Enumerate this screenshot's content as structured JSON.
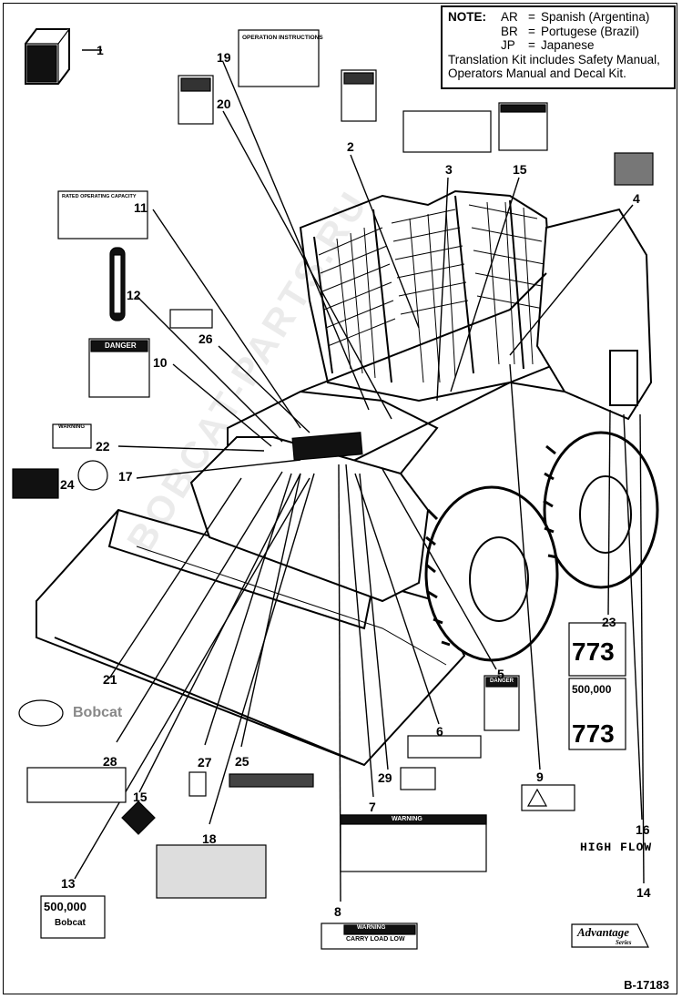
{
  "note": {
    "label": "NOTE:",
    "entries": [
      {
        "code": "AR",
        "eq": "=",
        "text": "Spanish (Argentina)"
      },
      {
        "code": "BR",
        "eq": "=",
        "text": "Portugese (Brazil)"
      },
      {
        "code": "JP",
        "eq": "=",
        "text": "Japanese"
      }
    ],
    "kit_line1": "Translation Kit includes Safety Manual,",
    "kit_line2": "Operators Manual and Decal Kit."
  },
  "decals": {
    "operation_instructions": "OPERATION INSTRUCTIONS",
    "rated_operating_capacity": "RATED OPERATING CAPACITY",
    "danger": "DANGER",
    "warning": "WARNING",
    "carry_load_low": "CARRY LOAD LOW",
    "high_flow": "HIGH FLOW",
    "model_773": "773",
    "advantage": "Advantage",
    "advantage_series": "Series",
    "bobcat": "Bobcat",
    "five_hundred": "500,000"
  },
  "callouts": [
    "1",
    "2",
    "3",
    "4",
    "5",
    "6",
    "7",
    "8",
    "9",
    "10",
    "11",
    "12",
    "13",
    "14",
    "15",
    "15",
    "16",
    "17",
    "18",
    "19",
    "20",
    "21",
    "22",
    "23",
    "24",
    "25",
    "26",
    "27",
    "28",
    "29"
  ],
  "reference": "B-17183",
  "watermark": "BOBCAT-PARTS.RU"
}
